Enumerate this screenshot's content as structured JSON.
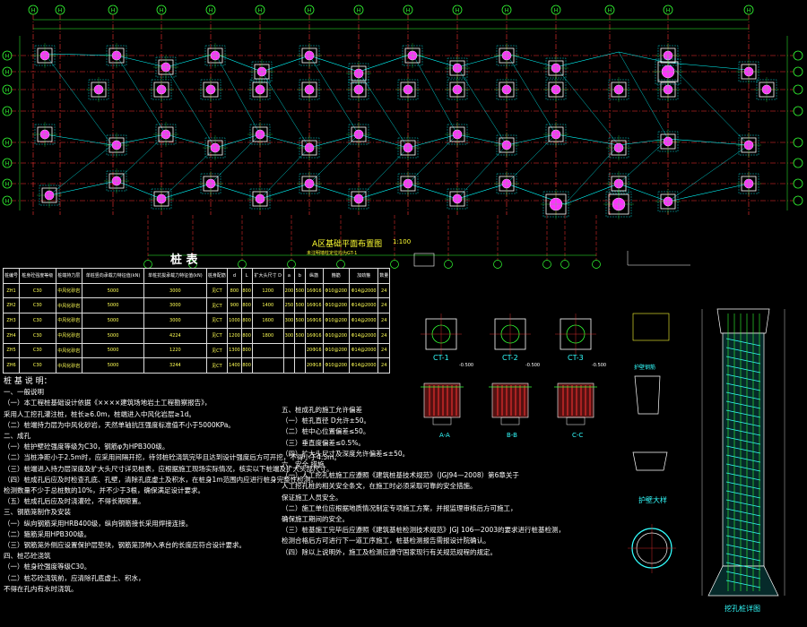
{
  "plan": {
    "title": "A区基础平面布置图",
    "scale": "1:100",
    "subtitle": "未注明墙柱定位均为GT-1",
    "col_axes": [
      "H",
      "H",
      "H",
      "H",
      "H",
      "H",
      "H",
      "H",
      "H",
      "H",
      "H",
      "H",
      "H",
      "H",
      "H"
    ],
    "row_axes": [
      "H",
      "H",
      "H",
      "H",
      "H",
      "H",
      "H",
      "H"
    ],
    "bottom_axes": [
      "H",
      "H",
      "H",
      "H",
      "H",
      "H",
      "H",
      "H",
      "H",
      "H",
      "H"
    ]
  },
  "table": {
    "title": "桩 表",
    "header": [
      "桩编号",
      "桩身砼强度等级",
      "桩端持力层",
      "单桩竖向承载力特征值(kN)",
      "单桩抗拔承载力特征值(kN)",
      "桩身配筋",
      "d",
      "L",
      "扩大头尺寸 D",
      "a",
      "b",
      "纵筋",
      "箍筋",
      "加劲箍",
      "数量"
    ],
    "rows": [
      [
        "ZH1",
        "C30",
        "中风化砂岩",
        "5000",
        "3000",
        "见CT",
        "800",
        "800",
        "1200",
        "200",
        "500",
        "16Φ16",
        "Φ10@200",
        "Φ14@2000",
        "24"
      ],
      [
        "ZH2",
        "C30",
        "中风化砂岩",
        "5000",
        "3000",
        "见CT",
        "900",
        "800",
        "1400",
        "250",
        "500",
        "16Φ16",
        "Φ10@200",
        "Φ14@2000",
        "24"
      ],
      [
        "ZH3",
        "C30",
        "中风化砂岩",
        "5000",
        "3000",
        "见CT",
        "1000",
        "800",
        "1600",
        "300",
        "500",
        "16Φ16",
        "Φ10@200",
        "Φ14@2000",
        "24"
      ],
      [
        "ZH4",
        "C30",
        "中风化砂岩",
        "5000",
        "4224",
        "见CT",
        "1200",
        "800",
        "1800",
        "300",
        "500",
        "16Φ16",
        "Φ10@200",
        "Φ14@2000",
        "24"
      ],
      [
        "ZH5",
        "C30",
        "中风化砂岩",
        "5000",
        "1220",
        "见CT",
        "1300",
        "800",
        "",
        "",
        "",
        "20Φ16",
        "Φ10@200",
        "Φ14@2000",
        "24"
      ],
      [
        "ZH6",
        "C30",
        "中风化砂岩",
        "5000",
        "3244",
        "见CT",
        "1400",
        "800",
        "",
        "",
        "",
        "20Φ18",
        "Φ10@200",
        "Φ14@2000",
        "24"
      ]
    ]
  },
  "notes_left": {
    "title": "桩 基 说 明：",
    "lines": [
      "一、一般说明",
      "（一）本工程桩基础设计依据《××××建筑场地岩土工程勘察报告》，",
      "      采用人工挖孔灌注桩，桩长≥6.0m，桩端进入中风化岩层≥1d。",
      "（二）桩端持力层为中风化砂岩，天然单轴抗压强度标准值不小于5000KPa。",
      "二、成孔",
      "（一）桩护壁砼强度等级为C30，钢筋φ为HPB300级。",
      "（二）当桩净距小于2.5m时，应采用间隔开挖，待邻桩砼浇筑完毕且达到设计强度后方可开挖，不得小于4.5m。",
      "（三）桩端进入持力层深度及扩大头尺寸详见桩表，应根据施工现场实际情况，核实以下桩端及扩大头部尺寸。",
      "（四）桩成孔后应及时检查孔底、孔壁，清除孔底虚土及积水，在桩身1m范围内应进行桩身完整性检测，",
      "      检测数量不少于总桩数的10%，并不少于3根，确保满足设计要求。",
      "（五）桩成孔后应及时浇灌砼，不得长期晾置。",
      "三、钢筋笼制作及安装",
      "（一）纵向钢筋采用HRB400级，纵向钢筋接长采用焊接连接。",
      "（二）箍筋采用HPB300级。",
      "（三）钢筋笼外侧应设置保护层垫块，钢筋笼顶伸入承台的长度应符合设计要求。",
      "四、桩芯砼浇筑",
      "（一）桩身砼强度等级C30。",
      "（二）桩芯砼浇筑前，应清除孔底虚土、积水，",
      "      不得在孔内有水时浇筑。"
    ]
  },
  "notes_right": {
    "lines": [
      "五、桩成孔的施工允许偏差",
      "（一）桩孔直径 D允许±50。",
      "（二）桩中心位置偏差≤50。",
      "（三）垂直度偏差≤0.5%。",
      "（四）扩大头尺寸及深度允许偏差≤±50。",
      "六、安全  措施",
      "（一）人工挖孔桩施工应遵照《建筑桩基技术规范》（JGJ94—2008）第6章关于",
      "      人工挖孔桩的相关安全条文，在施工时必须采取可靠的安全措施。",
      "      保证施工人员安全。",
      "（二）施工单位应根据地质情况制定专项施工方案，并报监理审核后方可施工，",
      "      确保施工期间的安全。",
      "（三）桩基施工完毕后应遵照《建筑基桩检测技术规范》JGJ 106—2003的要求进行桩基检测，",
      "      检测合格后方可进行下一道工序施工，桩基检测报告需报设计院确认。",
      "（四）除以上说明外，施工及检测应遵守国家现行有关规范规程的规定。"
    ]
  },
  "details": {
    "ct1": "CT-1",
    "ct2": "CT-2",
    "ct3": "CT-3",
    "aa": "A-A",
    "bb": "B-B",
    "cc": "C-C",
    "level1": "-0.500",
    "level2": "-0.500",
    "level3": "-0.500",
    "wall_title": "护壁大样",
    "wall_note": "护壁钢筋",
    "pile_title": "挖孔桩详图"
  },
  "colors": {
    "grid": "#ff3333",
    "axis": "#33ff33",
    "beam": "#00ffff",
    "pile": "#ff33ff",
    "box": "#ffffff",
    "text": "#ffff33"
  }
}
